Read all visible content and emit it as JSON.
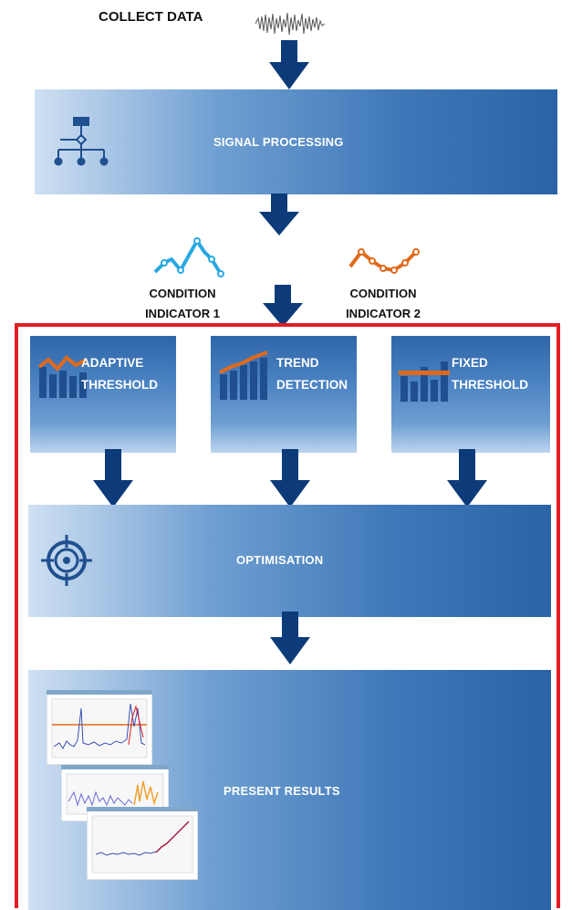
{
  "header": {
    "title": "COLLECT DATA"
  },
  "stages": {
    "signal_processing": "SIGNAL PROCESSING",
    "condition_indicator_1": [
      "CONDITION",
      "INDICATOR 1"
    ],
    "condition_indicator_2": [
      "CONDITION",
      "INDICATOR 2"
    ],
    "adaptive_threshold": [
      "ADAPTIVE",
      "THRESHOLD"
    ],
    "trend_detection": [
      "TREND",
      "DETECTION"
    ],
    "fixed_threshold": [
      "FIXED",
      "THRESHOLD"
    ],
    "optimisation": "OPTIMISATION",
    "present_results": "PRESENT RESULTS"
  },
  "colors": {
    "arrow": "#0d3b7a",
    "frame": "#e31d24",
    "indicator_1": "#29a8e0",
    "indicator_2": "#e06a1b",
    "bars": "#1f4f8f",
    "trend_line": "#e06a1b"
  },
  "icons": {
    "collect": "waveform-icon",
    "signal_processing": "hierarchy-icon",
    "optimisation": "target-icon",
    "results": "report-screenshots-icon"
  }
}
